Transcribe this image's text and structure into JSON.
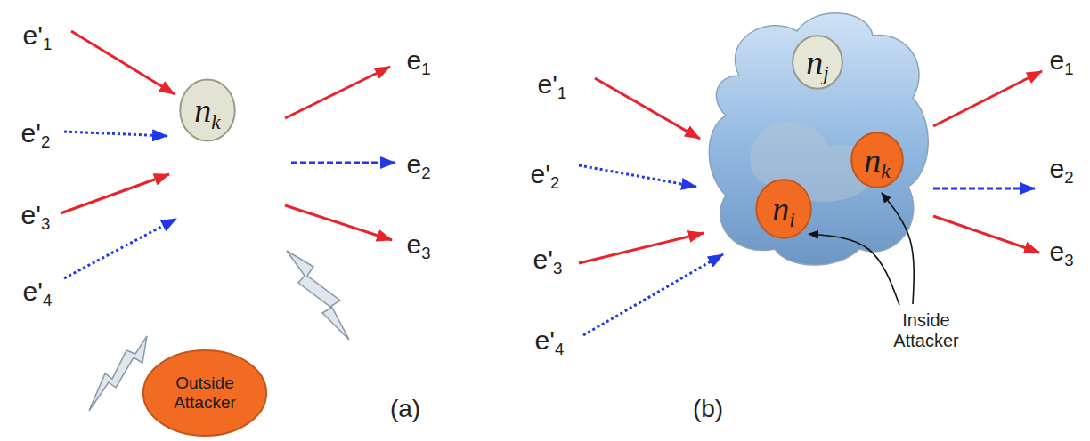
{
  "diagram": {
    "nodes": [
      {
        "text": [
          "nk"
        ]
      },
      {
        "text": [
          "Outside Attacker"
        ]
      },
      {
        "text": []
      },
      {
        "text": [
          "nj"
        ],
        "in": 2
      },
      {
        "text": [
          "ni"
        ],
        "in": 2
      },
      {
        "text": [
          "nk"
        ],
        "in": 2
      }
    ],
    "labels": [
      "e'1",
      "e'2",
      "e'3",
      "e'4",
      "e1",
      "e2",
      "e3",
      "(a)",
      "e'1",
      "e'2",
      "e'3",
      "e'4",
      "e1",
      "e2",
      "e3",
      "(b)",
      "Inside Attacker"
    ]
  }
}
